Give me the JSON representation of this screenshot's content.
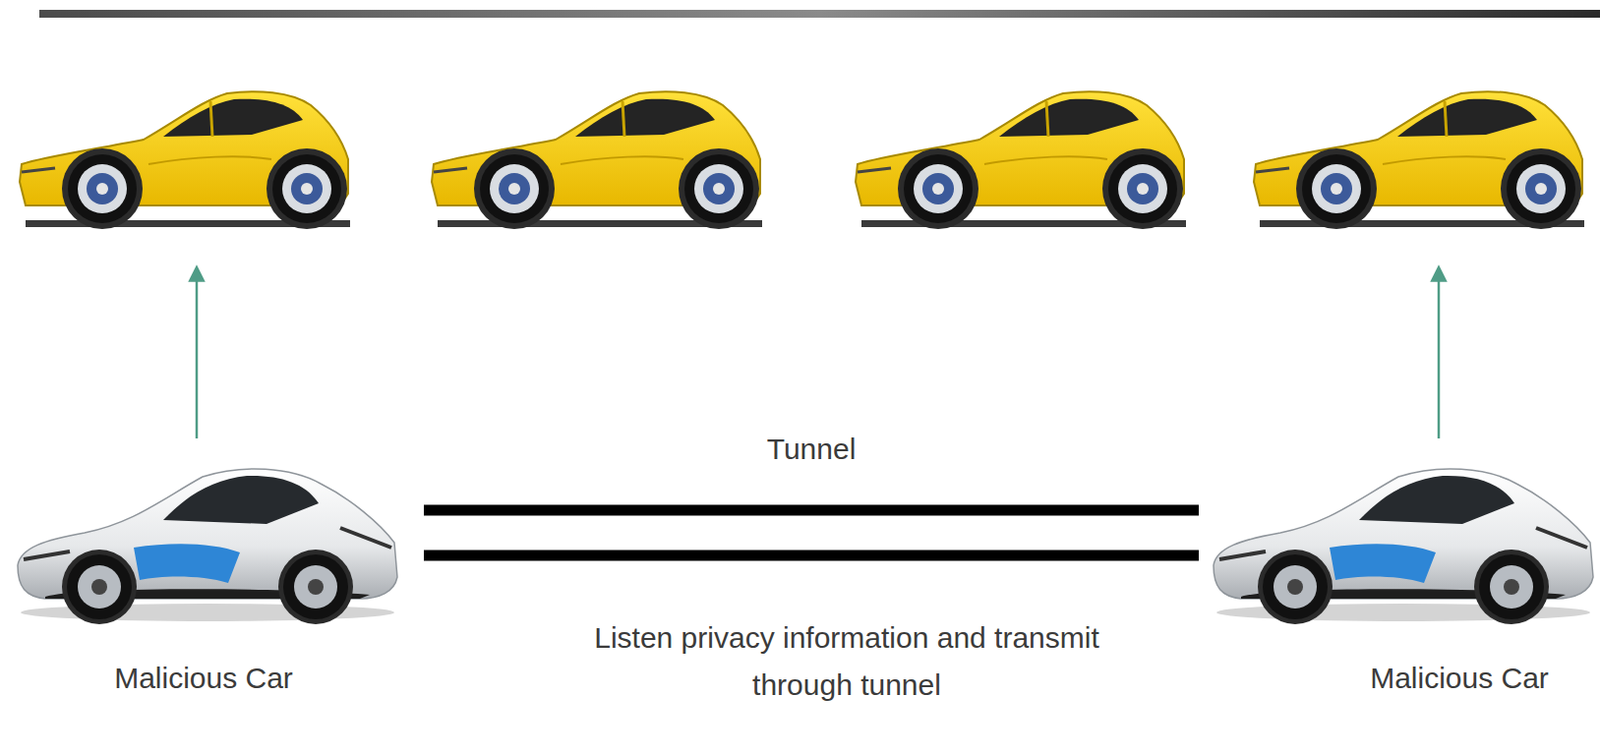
{
  "diagram": {
    "nodes": [
      {
        "text": [
          "Malicious Car"
        ]
      },
      {
        "text": [
          "Malicious Car"
        ]
      }
    ],
    "edges": [
      {
        "from": 0,
        "to": 1,
        "arrow": "none",
        "label": "Tunnel"
      }
    ],
    "labels": [
      "Listen privacy information and transmit through tunnel"
    ]
  }
}
